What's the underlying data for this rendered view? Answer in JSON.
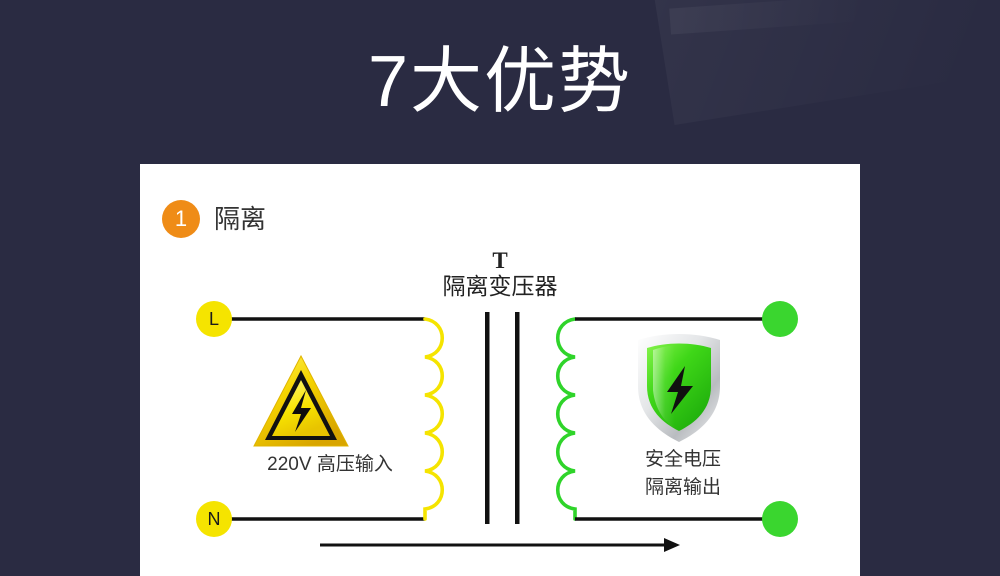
{
  "page": {
    "background_color": "#2a2b42",
    "panel_color": "#ffffff"
  },
  "header": {
    "title": "7大优势"
  },
  "card": {
    "badge_number": "1",
    "badge_color": "#ef8c17",
    "badge_label": "隔离"
  },
  "diagram": {
    "transformer_symbol": "T",
    "transformer_label": "隔离变压器",
    "terminals": {
      "input_live": "L",
      "input_neutral": "N",
      "input_color": "#f5e400",
      "output_top": "",
      "output_bottom": "",
      "output_color": "#3ad62f"
    },
    "input_icon": "high-voltage-warning-icon",
    "input_caption": "220V 高压输入",
    "output_icon": "green-safety-shield-icon",
    "output_caption_line1": "安全电压",
    "output_caption_line2": "隔离输出",
    "primary_coil_color": "#f5e400",
    "secondary_coil_color": "#2fd42a",
    "core_color": "#111111",
    "flow_arrow": "right-arrow-icon"
  }
}
